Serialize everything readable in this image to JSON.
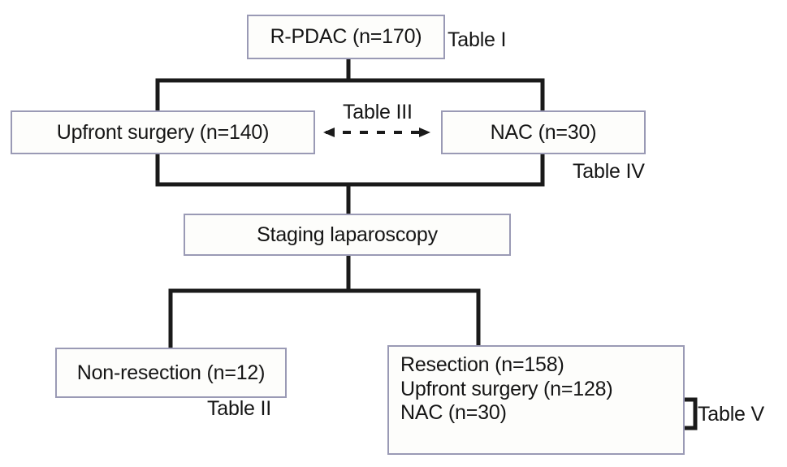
{
  "figure": {
    "type": "flowchart",
    "title": "R-PDAC patient flow diagram"
  },
  "nodes": {
    "root": {
      "label": "R-PDAC (n=170)"
    },
    "upfront": {
      "label": "Upfront surgery (n=140)"
    },
    "nac": {
      "label": "NAC (n=30)"
    },
    "staging": {
      "label": "Staging laparoscopy"
    },
    "nonresection": {
      "label": "Non-resection (n=12)"
    },
    "resection": {
      "line1": "Resection (n=158)",
      "line2": "Upfront surgery (n=128)",
      "line3": "NAC (n=30)"
    }
  },
  "annotations": {
    "table_i": "Table I",
    "table_ii": "Table II",
    "table_iii": "Table III",
    "table_iv": "Table IV",
    "table_v": "Table V"
  },
  "colors": {
    "box_border": "#9a9ab5",
    "box_fill": "#fdfdfb",
    "connector": "#1a1a1a",
    "text": "#151515"
  }
}
